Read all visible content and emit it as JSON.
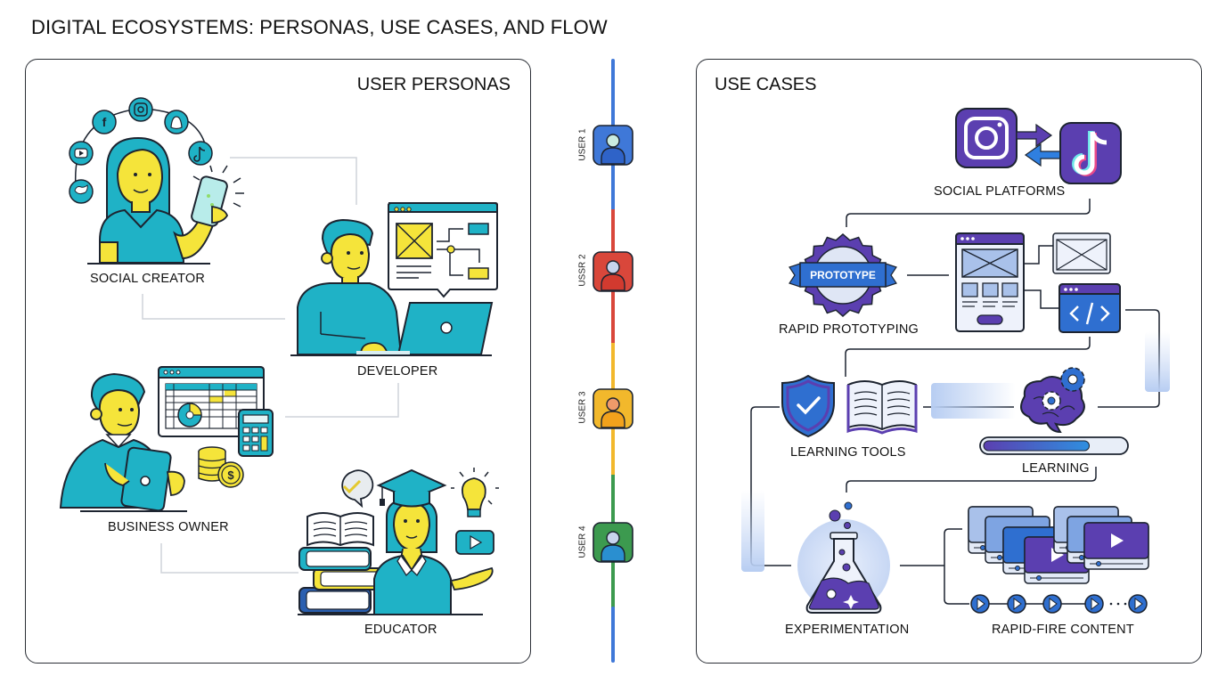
{
  "title": "DIGITAL ECOSYSTEMS: PERSONAS, USE CASES, AND FLOW",
  "personas_panel": {
    "title": "USER PERSONAS",
    "personas": [
      {
        "label": "SOCIAL CREATOR",
        "icons": [
          "facebook-icon",
          "instagram-icon",
          "snapchat-icon",
          "tiktok-icon",
          "youtube-icon",
          "twitter-icon",
          "smartphone-icon"
        ]
      },
      {
        "label": "DEVELOPER",
        "icons": [
          "wireframe-window-icon",
          "laptop-icon"
        ]
      },
      {
        "label": "BUSINESS OWNER",
        "icons": [
          "spreadsheet-icon",
          "pie-chart-icon",
          "calculator-icon",
          "coins-icon",
          "dollar-icon",
          "tablet-icon"
        ]
      },
      {
        "label": "EDUCATOR",
        "icons": [
          "graduation-cap-icon",
          "checkmark-bubble-icon",
          "lightbulb-icon",
          "play-button-icon",
          "books-icon"
        ]
      }
    ]
  },
  "timeline": {
    "users": [
      {
        "label": "USER 1",
        "color": "#3f78d8"
      },
      {
        "label": "USSR 2",
        "color": "#d9473b"
      },
      {
        "label": "USER 3",
        "color": "#f2b82c"
      },
      {
        "label": "USER 4",
        "color": "#3c9a4f"
      }
    ]
  },
  "usecases_panel": {
    "title": "USE CASES",
    "items": [
      {
        "label": "SOCIAL PLATFORMS"
      },
      {
        "label": "RAPID PROTOTYPING",
        "badge": "PROTOTYPE"
      },
      {
        "label": "LEARNING TOOLS"
      },
      {
        "label": "LEARNING",
        "progress": 0.75
      },
      {
        "label": "EXPERIMENTATION"
      },
      {
        "label": "RAPID-FIRE CONTENT"
      }
    ]
  },
  "colors": {
    "teal": "#1fb2c6",
    "yellow": "#f5e43a",
    "purple": "#5b3fb0",
    "blue": "#2f6fd0",
    "outline": "#1d2430"
  }
}
